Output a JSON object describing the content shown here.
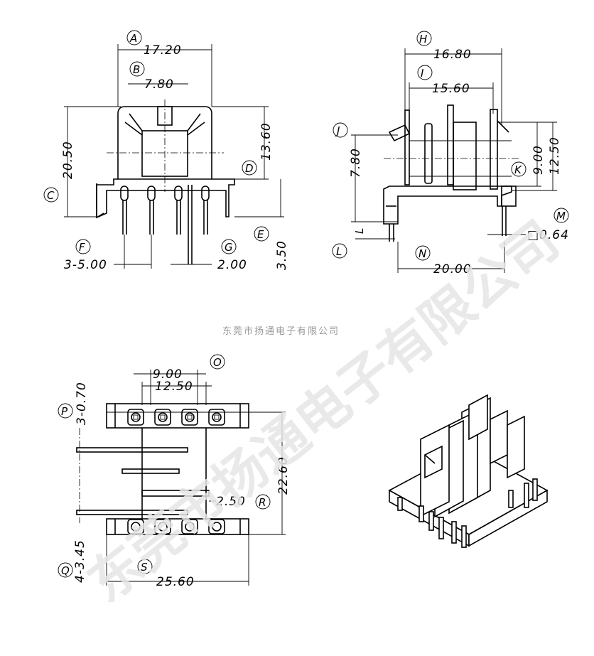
{
  "watermark": "东莞市扬通电子有限公司",
  "company_note": "东莞市扬通电子有限公司",
  "labels": {
    "A": "A",
    "B": "B",
    "C": "C",
    "D": "D",
    "E": "E",
    "F": "F",
    "G": "G",
    "H": "H",
    "I": "I",
    "J": "J",
    "K": "K",
    "L": "L",
    "M": "M",
    "N": "N",
    "O": "O",
    "P": "P",
    "Q": "Q",
    "R": "R",
    "S": "S"
  },
  "dimensions": {
    "A": "17.20",
    "B": "7.80",
    "C": "20.50",
    "D": "13.60",
    "E": "3.50",
    "F": "3-5.00",
    "G": "2.00",
    "H": "16.80",
    "I": "15.60",
    "J": "7.80",
    "K": "9.00",
    "K2": "12.50",
    "L": "L",
    "M": "□0.64",
    "N": "20.00",
    "O1": "9.00",
    "O2": "12.50",
    "P": "3-0.70",
    "Q": "4-3.45",
    "R": "22.60",
    "R2": "2.50",
    "S": "25.60"
  }
}
